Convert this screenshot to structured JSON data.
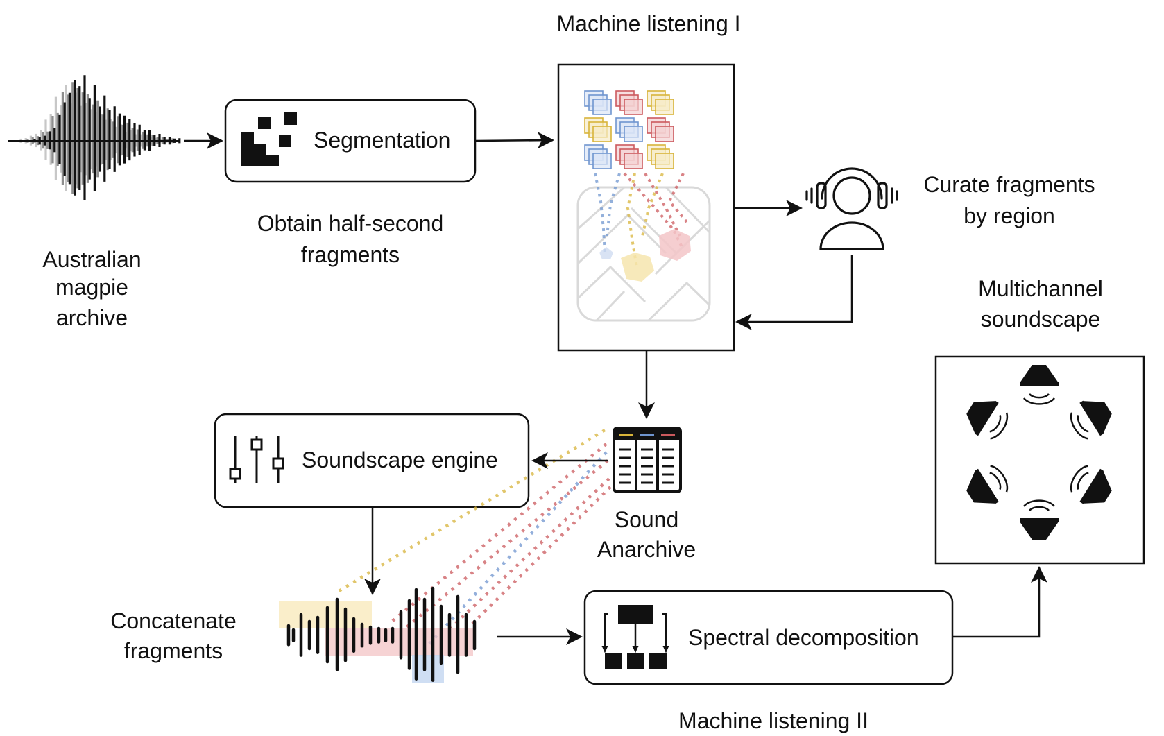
{
  "title": "Machine listening I",
  "labels": {
    "archive": [
      "Australian",
      "magpie",
      "archive"
    ],
    "obtain": [
      "Obtain half-second",
      "fragments"
    ],
    "curate": [
      "Curate fragments",
      "by region"
    ],
    "multichannel": [
      "Multichannel",
      "soundscape"
    ],
    "sound_anarchive": [
      "Sound",
      "Anarchive"
    ],
    "concatenate": [
      "Concatenate",
      "fragments"
    ],
    "machine_listening_2": "Machine listening II"
  },
  "boxes": {
    "segmentation": "Segmentation",
    "soundscape_engine": "Soundscape engine",
    "spectral_decomposition": "Spectral decomposition"
  },
  "icons": [
    "waveform-icon",
    "segmentation-blocks-icon",
    "headphones-person-icon",
    "sliders-icon",
    "table-icon",
    "hierarchy-icon",
    "speaker-icon",
    "map-icon"
  ],
  "colors": {
    "blue": "#6f95cf",
    "red": "#cc5a5e",
    "yellow": "#d8b43a",
    "ink": "#111111"
  }
}
